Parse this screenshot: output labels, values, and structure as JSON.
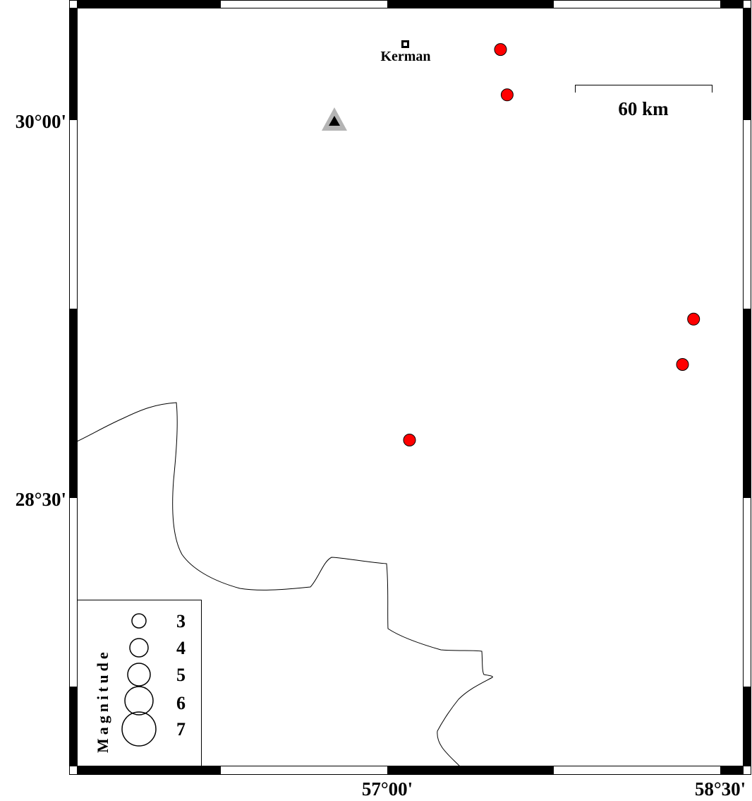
{
  "map": {
    "lat_labels": [
      "30°00'",
      "28°30'"
    ],
    "lon_labels": [
      "57°00'",
      "58°30'"
    ],
    "city": {
      "name": "Kerman"
    },
    "scale_bar": {
      "label": "60 km"
    },
    "station": {
      "type": "seismic station",
      "fill": "#000000",
      "outline": "#b4b4b4"
    },
    "events": [
      {
        "lon": 57.51,
        "lat": 30.28
      },
      {
        "lon": 57.54,
        "lat": 30.1
      },
      {
        "lon": 58.38,
        "lat": 29.21
      },
      {
        "lon": 58.33,
        "lat": 29.03
      },
      {
        "lon": 57.1,
        "lat": 28.73
      }
    ],
    "event_color": "#ff0000",
    "legend": {
      "title": "Magnitude",
      "items": [
        "3",
        "4",
        "5",
        "6",
        "7"
      ]
    }
  }
}
